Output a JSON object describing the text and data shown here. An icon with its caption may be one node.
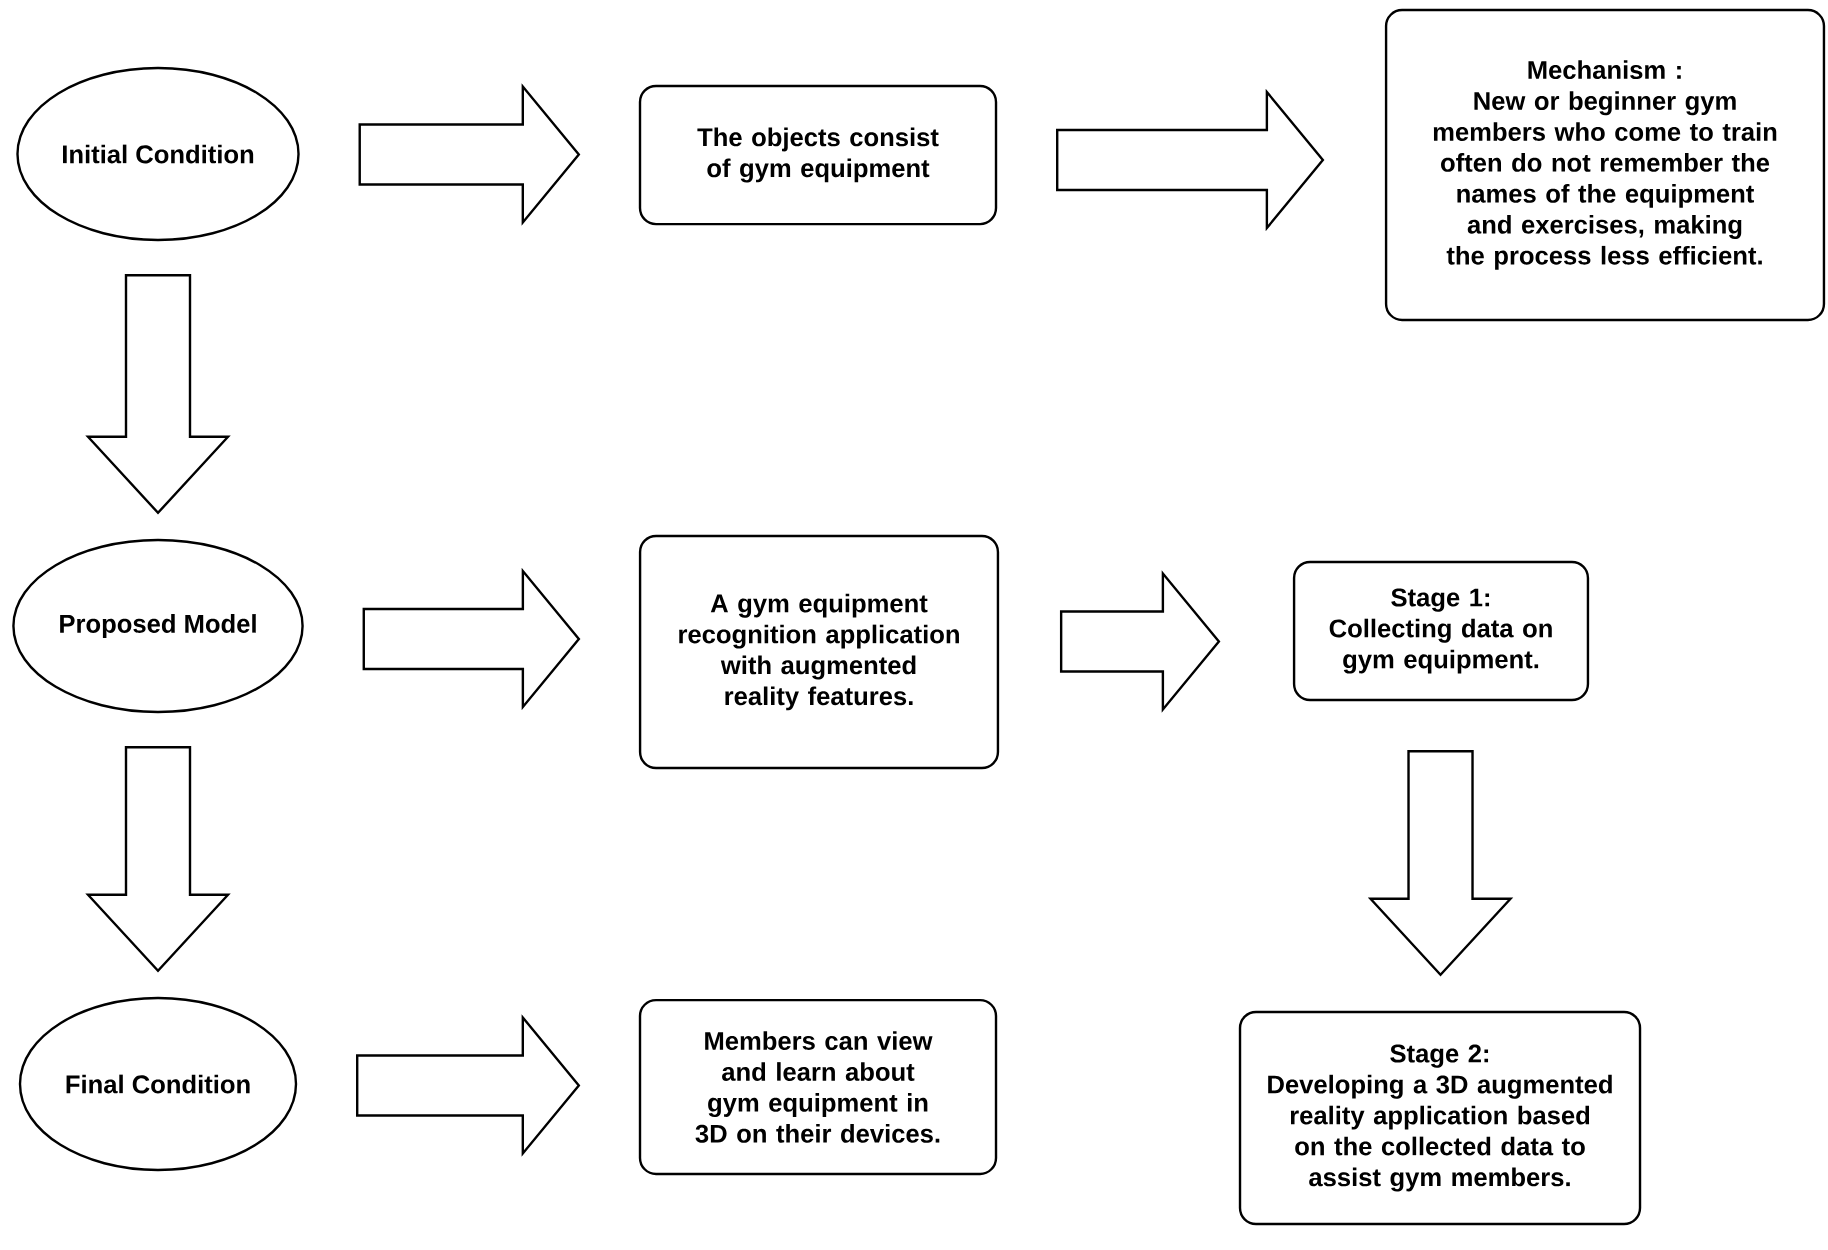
{
  "diagram": {
    "nodes": [
      {
        "text": [
          "Initial Condition"
        ]
      },
      {
        "text": [
          "The objects consist of gym equipment"
        ]
      },
      {
        "text": [
          "Mechanism :",
          "New or beginner gym members who come to train often do not remember the names of the equipment and exercises, making the process less efficient."
        ]
      },
      {
        "text": [
          "Proposed Model"
        ]
      },
      {
        "text": [
          "A gym equipment recognition application with augmented reality features."
        ]
      },
      {
        "text": [
          "Stage 1:",
          "Collecting data on gym equipment."
        ]
      },
      {
        "text": [
          "Final Condition"
        ]
      },
      {
        "text": [
          "Members can view and learn about gym equipment in 3D on their devices."
        ]
      },
      {
        "text": [
          "Stage 2:",
          "Developing a 3D augmented reality application based on the collected data to assist gym members."
        ]
      }
    ],
    "edges": [
      {
        "from": 0,
        "to": 1,
        "arrow": "to"
      },
      {
        "from": 1,
        "to": 2,
        "arrow": "to"
      },
      {
        "from": 0,
        "to": 3,
        "arrow": "to"
      },
      {
        "from": 3,
        "to": 4,
        "arrow": "to"
      },
      {
        "from": 4,
        "to": 5,
        "arrow": "to"
      },
      {
        "from": 3,
        "to": 6,
        "arrow": "to"
      },
      {
        "from": 6,
        "to": 7,
        "arrow": "to"
      },
      {
        "from": 5,
        "to": 8,
        "arrow": "to"
      }
    ]
  }
}
